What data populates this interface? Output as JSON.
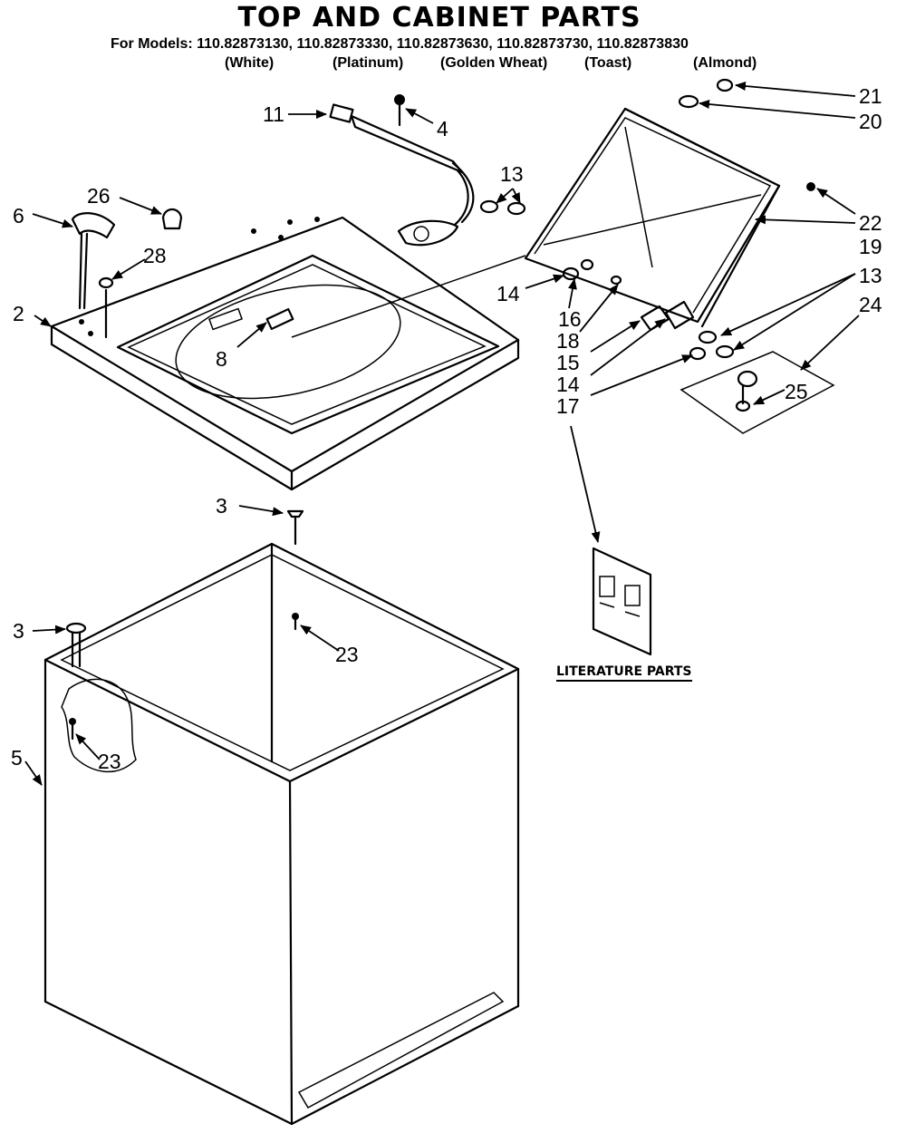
{
  "title": "TOP AND CABINET PARTS",
  "models_line": "For Models: 110.82873130, 110.82873330, 110.82873630, 110.82873730, 110.82873830",
  "variants": [
    "(White)",
    "(Platinum)",
    "(Golden Wheat)",
    "(Toast)",
    "(Almond)"
  ],
  "literature_caption": "LITERATURE PARTS",
  "callouts": {
    "c2": "2",
    "c3a": "3",
    "c3b": "3",
    "c4": "4",
    "c5": "5",
    "c6": "6",
    "c8": "8",
    "c11": "11",
    "c13a": "13",
    "c13b": "13",
    "c14a": "14",
    "c14b": "14",
    "c15": "15",
    "c16": "16",
    "c17": "17",
    "c18": "18",
    "c19": "19",
    "c20": "20",
    "c21": "21",
    "c22": "22",
    "c23a": "23",
    "c23b": "23",
    "c24": "24",
    "c25": "25",
    "c26": "26",
    "c28": "28"
  }
}
